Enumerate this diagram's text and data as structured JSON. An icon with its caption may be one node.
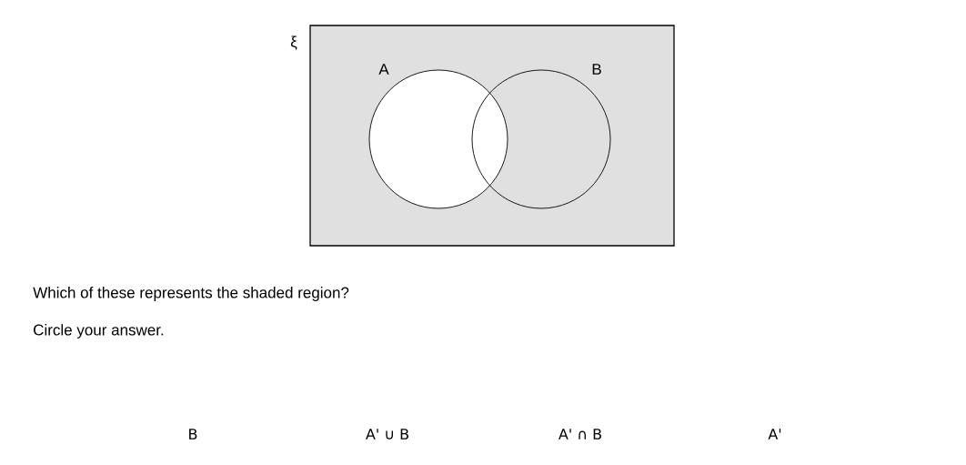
{
  "diagram": {
    "nodes": [
      {
        "text": [
          "ξ"
        ]
      },
      {
        "text": [
          "A"
        ],
        "in": 0
      },
      {
        "text": [
          "B"
        ],
        "in": 0
      }
    ],
    "labels": [
      "Which of these represents the shaded region?",
      "Circle your answer.",
      "B",
      "A' ∪ B",
      "A' ∩ B",
      "A'"
    ]
  }
}
